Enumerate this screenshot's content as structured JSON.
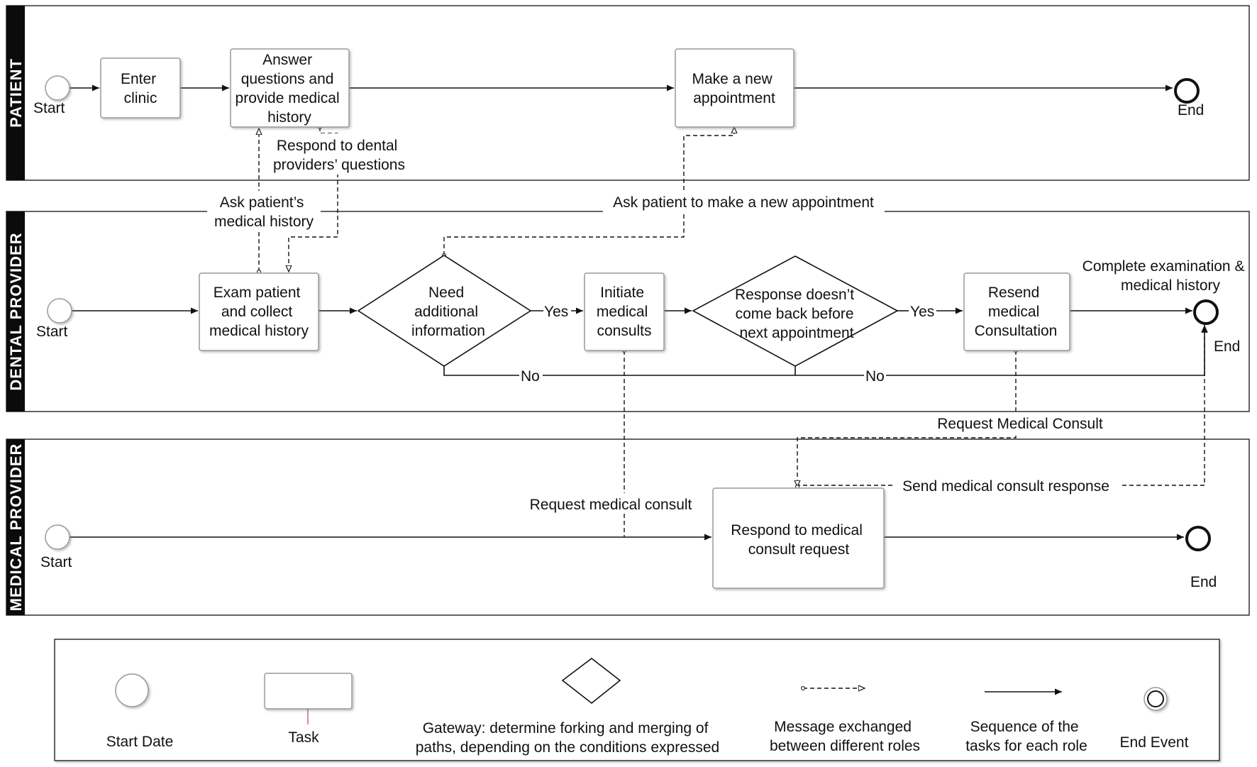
{
  "lanes": {
    "patient": "PATIENT",
    "dental": "DENTAL PROVIDER",
    "medical": "MEDICAL PROVIDER"
  },
  "patient": {
    "start": "Start",
    "enter_clinic": [
      "Enter",
      "clinic"
    ],
    "answer": [
      "Answer",
      "questions and",
      "provide medical",
      "history"
    ],
    "new_appt": [
      "Make a new",
      "appointment"
    ],
    "end": "End"
  },
  "dental": {
    "start": "Start",
    "exam": [
      "Exam patient",
      "and collect",
      "medical history"
    ],
    "need_info": [
      "Need",
      "additional",
      "information"
    ],
    "yes1": "Yes",
    "no1": "No",
    "initiate": [
      "Initiate",
      "medical",
      "consults"
    ],
    "no_response": [
      "Response doesn’t",
      "come back before",
      "next appointment"
    ],
    "yes2": "Yes",
    "no2": "No",
    "resend": [
      "Resend",
      "medical",
      "Consultation"
    ],
    "complete": [
      "Complete examination &",
      "medical history"
    ],
    "end": "End"
  },
  "medical": {
    "start": "Start",
    "respond": [
      "Respond to medical",
      "consult request"
    ],
    "end": "End"
  },
  "messages": {
    "respond_dental": [
      "Respond to dental",
      "providers’ questions"
    ],
    "ask_history": [
      "Ask patient’s",
      "medical history"
    ],
    "ask_new_appt": "Ask patient to make a new appointment",
    "request_consult_upper": "Request Medical Consult",
    "send_response": "Send medical consult  response",
    "request_consult_lower": "Request medical consult"
  },
  "legend": {
    "start": "Start Date",
    "task": "Task",
    "gateway": [
      "Gateway: determine forking and merging of",
      "paths, depending on the conditions expressed"
    ],
    "message": [
      "Message exchanged",
      "between different roles"
    ],
    "sequence": [
      "Sequence of the",
      "tasks for each role"
    ],
    "end": "End Event"
  }
}
